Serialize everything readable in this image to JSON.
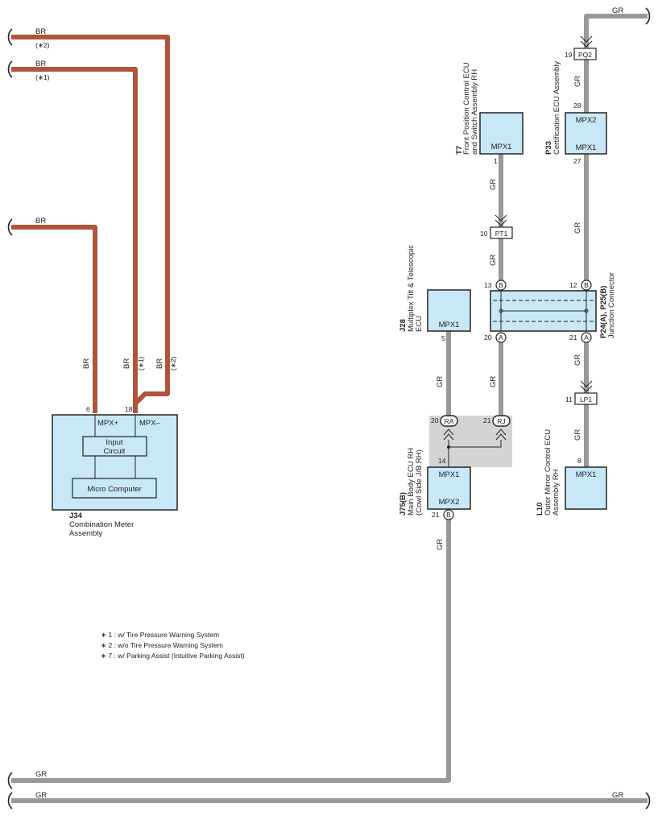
{
  "wires": {
    "br_color": "#b0553a",
    "gr_color": "#999999",
    "br_label": "BR",
    "gr_label": "GR",
    "note_star1": "(∗1)",
    "note_star2": "(∗2)"
  },
  "components": {
    "j34": {
      "id": "J34",
      "name_line1": "Combination Meter",
      "name_line2": "Assembly",
      "pin_mpx_plus_label": "MPX+",
      "pin_mpx_minus_label": "MPX–",
      "pin_mpx_plus_num": "6",
      "pin_mpx_minus_num": "18",
      "inner_top_line1": "Input",
      "inner_top_line2": "Circuit",
      "inner_bottom": "Micro Computer"
    },
    "t7": {
      "id": "T7",
      "name_line1": "Front Position Control ECU",
      "name_line2": "and Switch Assembly RH",
      "pin_label": "MPX1",
      "pin_num": "1"
    },
    "p33": {
      "id": "P33",
      "name_line1": "Certification ECU Assembly",
      "pin_top_label": "MPX2",
      "pin_bottom_label": "MPX1",
      "pin_top_num": "28",
      "pin_bottom_num": "27"
    },
    "j28": {
      "id": "J28",
      "name_line1": "Multiplex Tilt & Telescopic",
      "name_line2": "ECU",
      "pin_label": "MPX1",
      "pin_num": "5"
    },
    "p24": {
      "id": "P24(A), P25(B)",
      "name_line1": "Junction Connector",
      "pin_tl_num": "13",
      "pin_tr_num": "12",
      "pin_bl_num": "20",
      "pin_br_num": "21",
      "pin_tl_letter": "B",
      "pin_tr_letter": "B",
      "pin_bl_letter": "A",
      "pin_br_letter": "A"
    },
    "j75": {
      "id": "J75(B)",
      "name_line1": "Main Body ECU RH",
      "name_line2": "(Cowl Side J/B RH)",
      "pin_top_label": "MPX1",
      "pin_bottom_label": "MPX2",
      "pin_top_num": "14",
      "pin_bottom_num": "21",
      "pin_bottom_letter": "B",
      "jb_left_num": "20",
      "jb_left_code": "RA",
      "jb_right_num": "21",
      "jb_right_code": "RJ"
    },
    "l10": {
      "id": "L10",
      "name_line1": "Outer Mirror Control ECU",
      "name_line2": "Assembly RH",
      "pin_label": "MPX1",
      "pin_num": "8"
    }
  },
  "connectors": {
    "pq2": {
      "code": "PQ2",
      "pin": "19"
    },
    "pt1": {
      "code": "PT1",
      "pin": "10"
    },
    "lp1": {
      "code": "LP1",
      "pin": "11"
    }
  },
  "notes": {
    "n1": "∗ 1 : w/ Tire Pressure Warning System",
    "n2": "∗ 2 : w/o Tire Pressure Warning System",
    "n7": "∗ 7 : w/ Parking Assist (Intuitive Parking Assist)"
  }
}
